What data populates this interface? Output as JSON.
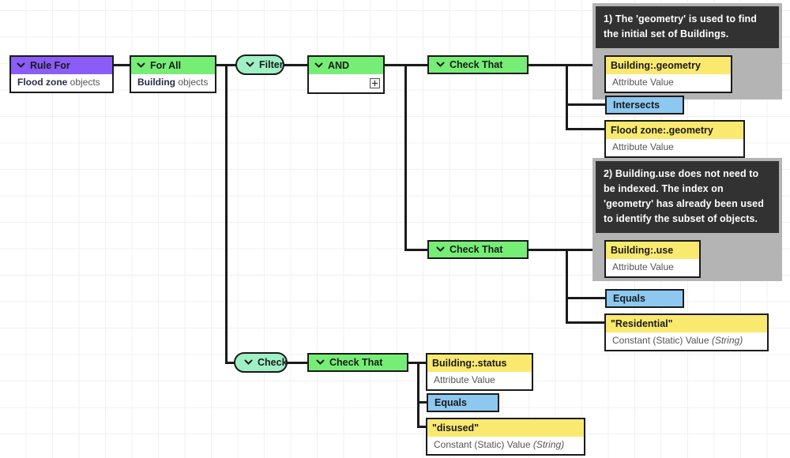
{
  "diagram": {
    "type": "rule-builder-flow",
    "nodes": {
      "rule_for": {
        "title": "Rule For",
        "subject": "Flood zone",
        "subject_suffix": " objects",
        "color": "#8b5cf6"
      },
      "for_all": {
        "title": "For All",
        "subject": "Building",
        "subject_suffix": " objects",
        "color": "#76ee76"
      },
      "filter": {
        "label": "Filter",
        "color": "#9ff0c4"
      },
      "and": {
        "title": "AND",
        "color": "#76ee76",
        "add_icon": "plus-icon"
      },
      "check_that_1": {
        "label": "Check That",
        "color": "#76ee76"
      },
      "check_that_2": {
        "label": "Check That",
        "color": "#76ee76"
      },
      "check": {
        "label": "Check",
        "color": "#9ff0c4"
      },
      "check_that_3": {
        "label": "Check That",
        "color": "#76ee76"
      },
      "building_geometry": {
        "title": "Building:.geometry",
        "subtitle": "Attribute Value",
        "color": "#fae96f"
      },
      "intersects": {
        "label": "Intersects",
        "color": "#8cc8f0"
      },
      "floodzone_geometry": {
        "title": "Flood zone:.geometry",
        "subtitle": "Attribute Value",
        "color": "#fae96f"
      },
      "building_use": {
        "title": "Building:.use",
        "subtitle": "Attribute Value",
        "color": "#fae96f"
      },
      "equals_1": {
        "label": "Equals",
        "color": "#8cc8f0"
      },
      "residential": {
        "title": "\"Residential\"",
        "subtitle_a": "Constant (Static) Value ",
        "subtitle_b": "(String)",
        "color": "#fae96f"
      },
      "building_status": {
        "title": "Building:.status",
        "subtitle": "Attribute Value",
        "color": "#fae96f"
      },
      "equals_2": {
        "label": "Equals",
        "color": "#8cc8f0"
      },
      "disused": {
        "title": "\"disused\"",
        "subtitle_a": "Constant (Static) Value ",
        "subtitle_b": "(String)",
        "color": "#fae96f"
      }
    },
    "annotations": [
      {
        "id": "note-1",
        "text": "1) The 'geometry' is used to find the initial set of Buildings."
      },
      {
        "id": "note-2",
        "text": "2) Building.use does not need to be indexed. The index on 'geometry' has already been used to identify the subset of objects."
      }
    ]
  }
}
